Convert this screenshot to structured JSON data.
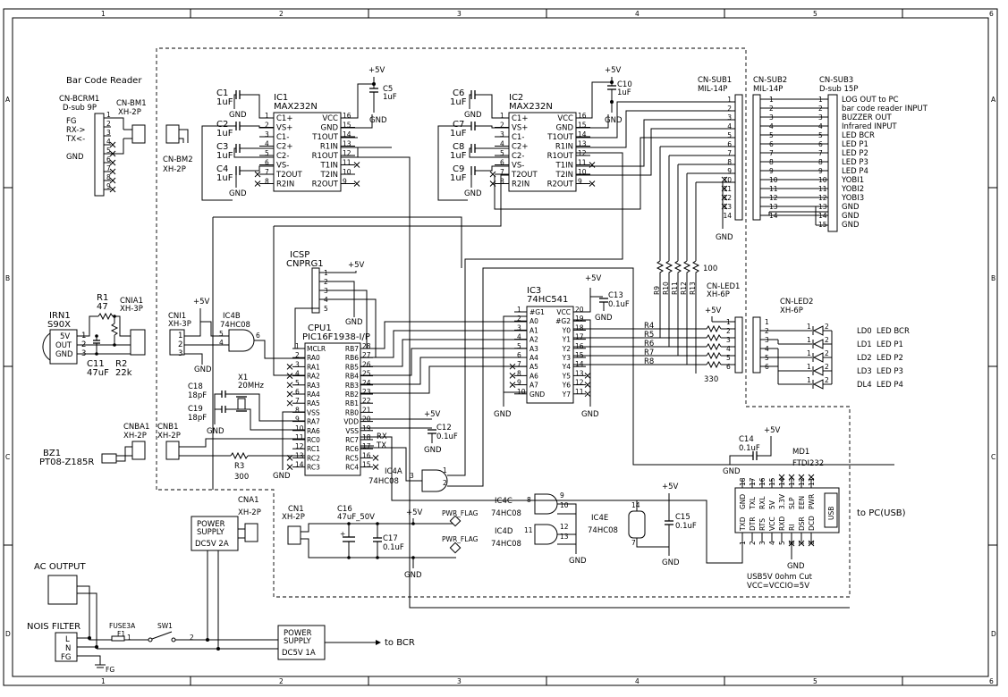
{
  "frame": {
    "cols": [
      "1",
      "2",
      "3",
      "4",
      "5",
      "6"
    ],
    "rows": [
      "A",
      "B",
      "C",
      "D"
    ]
  },
  "bcr": {
    "title": "Bar Code Reader",
    "cn_bcrm1": "CN-BCRM1",
    "dsub9": "D-sub 9P",
    "cn_bm1": "CN-BM1",
    "xh2p_a": "XH-2P",
    "fg": "FG",
    "rx": "RX->",
    "tx": "TX<-",
    "gnd": "GND",
    "cn_bm2": "CN-BM2",
    "xh2p_b": "XH-2P",
    "pins9": [
      "1",
      "2",
      "3",
      "4",
      "5",
      "6",
      "7",
      "8",
      "9"
    ]
  },
  "ic1": {
    "ref": "IC1",
    "part": "MAX232N",
    "left": [
      "C1+",
      "VS+",
      "C1-",
      "C2+",
      "C2-",
      "VS-",
      "T2OUT",
      "R2IN"
    ],
    "right": [
      "VCC",
      "GND",
      "T1OUT",
      "R1IN",
      "R1OUT",
      "T1IN",
      "T2IN",
      "R2OUT"
    ],
    "lpins": [
      "1",
      "2",
      "3",
      "4",
      "5",
      "6",
      "7",
      "8"
    ],
    "rpins": [
      "16",
      "15",
      "14",
      "13",
      "12",
      "11",
      "10",
      "9"
    ]
  },
  "ic2": {
    "ref": "IC2",
    "part": "MAX232N",
    "left": [
      "C1+",
      "VS+",
      "C1-",
      "C2+",
      "C2-",
      "VS-",
      "T2OUT",
      "R2IN"
    ],
    "right": [
      "VCC",
      "GND",
      "T1OUT",
      "R1IN",
      "R1OUT",
      "T1IN",
      "T2IN",
      "R2OUT"
    ],
    "lpins": [
      "1",
      "2",
      "3",
      "4",
      "5",
      "6",
      "7",
      "8"
    ],
    "rpins": [
      "16",
      "15",
      "14",
      "13",
      "12",
      "11",
      "10",
      "9"
    ]
  },
  "caps_left": {
    "c1": "C1",
    "c2": "C2",
    "c3": "C3",
    "c4": "C4",
    "v": "1uF",
    "c5": "C5",
    "c5v": "1uF"
  },
  "caps_mid": {
    "c6": "C6",
    "c7": "C7",
    "c8": "C8",
    "c9": "C9",
    "v": "1uF",
    "c10": "C10",
    "c10v": "1uF"
  },
  "power": {
    "p5v": "+5V",
    "gnd": "GND",
    "pwr_flag": "PWR_FLAG"
  },
  "cnsub": {
    "sub1": "CN-SUB1",
    "sub1t": "MIL-14P",
    "sub2": "CN-SUB2",
    "sub2t": "MIL-14P",
    "sub3": "CN-SUB3",
    "sub3t": "D-sub 15P",
    "pins14": [
      "1",
      "2",
      "3",
      "4",
      "5",
      "6",
      "7",
      "8",
      "9",
      "10",
      "11",
      "12",
      "13",
      "14"
    ],
    "pins15": [
      "1",
      "2",
      "3",
      "4",
      "5",
      "6",
      "7",
      "8",
      "9",
      "10",
      "11",
      "12",
      "13",
      "14",
      "15"
    ],
    "signals": [
      "LOG OUT to PC",
      "bar code reader INPUT",
      "BUZZER OUT",
      "Infrared INPUT",
      "LED BCR",
      "LED P1",
      "LED P2",
      "LED P3",
      "LED P4",
      "YOBI1",
      "YOBI2",
      "YOBI3",
      "GND",
      "GND",
      "GND"
    ]
  },
  "resistors_top": {
    "labels": [
      "R9",
      "R10",
      "R11",
      "R12",
      "R13"
    ],
    "value": "100"
  },
  "resistors_led": {
    "labels": [
      "R4",
      "R5",
      "R6",
      "R7",
      "R8"
    ],
    "value": "330"
  },
  "cn_led1": {
    "ref": "CN-LED1",
    "type": "XH-6P"
  },
  "cn_led2": {
    "ref": "CN-LED2",
    "type": "XH-6P"
  },
  "leds": {
    "refs": [
      "LD0",
      "LD1",
      "LD2",
      "LD3",
      "DL4"
    ],
    "names": [
      "LED BCR",
      "LED P1",
      "LED P2",
      "LED P3",
      "LED P4"
    ]
  },
  "ic3": {
    "ref": "IC3",
    "part": "74HC541",
    "left": [
      "#G1",
      "A0",
      "A1",
      "A2",
      "A3",
      "A4",
      "A5",
      "A6",
      "A7",
      "GND"
    ],
    "right": [
      "VCC",
      "#G2",
      "Y0",
      "Y1",
      "Y2",
      "Y3",
      "Y4",
      "Y5",
      "Y6",
      "Y7"
    ],
    "lpins": [
      "1",
      "2",
      "3",
      "4",
      "5",
      "6",
      "7",
      "8",
      "9",
      "10"
    ],
    "rpins": [
      "20",
      "19",
      "18",
      "17",
      "16",
      "15",
      "14",
      "13",
      "12",
      "11"
    ]
  },
  "c13": {
    "ref": "C13",
    "val": "0.1uF"
  },
  "icsp": {
    "title": "ICSP",
    "ref": "CNPRG1",
    "pins": [
      "1",
      "2",
      "3",
      "4",
      "5"
    ]
  },
  "cpu": {
    "ref": "CPU1",
    "part": "PIC16F1938-I/P",
    "left": [
      "MCLR",
      "RA0",
      "RA1",
      "RA2",
      "RA3",
      "RA4",
      "RA5",
      "VSS",
      "RA7",
      "RA6",
      "RC0",
      "RC1",
      "RC2",
      "RC3"
    ],
    "right": [
      "RB7",
      "RB6",
      "RB5",
      "RB4",
      "RB3",
      "RB2",
      "RB1",
      "RB0",
      "VDD",
      "VSS",
      "RC7",
      "RC6",
      "RC5",
      "RC4"
    ],
    "lpins": [
      "1",
      "2",
      "3",
      "4",
      "5",
      "6",
      "7",
      "8",
      "9",
      "10",
      "11",
      "12",
      "13",
      "14"
    ],
    "rpins": [
      "28",
      "27",
      "26",
      "25",
      "24",
      "23",
      "22",
      "21",
      "20",
      "19",
      "18",
      "17",
      "16",
      "15"
    ],
    "rx": "RX",
    "tx": "TX"
  },
  "c12": {
    "ref": "C12",
    "val": "0.1uF"
  },
  "irn1": {
    "ref": "IRN1",
    "part": "S90X",
    "l1": "5V",
    "l2": "OUT",
    "l3": "GND"
  },
  "r1": {
    "ref": "R1",
    "val": "47"
  },
  "r2": {
    "ref": "R2",
    "val": "22k"
  },
  "c11": {
    "ref": "C11",
    "val": "47uF"
  },
  "cnia1": {
    "ref": "CNIA1",
    "type": "XH-3P"
  },
  "cni1": {
    "ref": "CNI1",
    "type": "XH-3P"
  },
  "ic4b": {
    "ref": "IC4B",
    "part": "74HC08",
    "p5": "5",
    "p4": "4",
    "p6": "6"
  },
  "xtal": {
    "ref": "X1",
    "val": "20MHz"
  },
  "c18": {
    "ref": "C18",
    "val": "18pF"
  },
  "c19": {
    "ref": "C19",
    "val": "18pF"
  },
  "cnba1": {
    "ref": "CNBA1",
    "type": "XH-2P"
  },
  "cnb1": {
    "ref": "CNB1",
    "type": "XH-2P"
  },
  "bz1": {
    "ref": "BZ1",
    "part": "PT08-Z185R"
  },
  "r3": {
    "ref": "R3",
    "val": "300"
  },
  "ic4a": {
    "ref": "IC4A",
    "part": "74HC08",
    "p1": "1",
    "p2": "2",
    "p3": "3"
  },
  "ic4c": {
    "ref": "IC4C",
    "part": "74HC08",
    "p8": "8",
    "p9": "9",
    "p10": "10"
  },
  "ic4d": {
    "ref": "IC4D",
    "part": "74HC08",
    "p11": "11",
    "p12": "12",
    "p13": "13"
  },
  "ic4e": {
    "ref": "IC4E",
    "part": "74HC08",
    "p14": "14",
    "p7": "7"
  },
  "c15": {
    "ref": "C15",
    "val": "0.1uF"
  },
  "c14": {
    "ref": "C14",
    "val": "0.1uF"
  },
  "md1": {
    "ref": "MD1",
    "part": "FTDI232",
    "top": [
      "GND",
      "TXL",
      "RXL",
      "5V",
      "3.3V",
      "SLP",
      "EEN",
      "PWR"
    ],
    "bot": [
      "TXD",
      "DTR",
      "RTS",
      "VCC",
      "RXD",
      "RI",
      "DSR",
      "DCD"
    ],
    "tpins": [
      "18",
      "17",
      "16",
      "15",
      "14",
      "13",
      "12",
      "11"
    ],
    "bpins": [
      "1",
      "2",
      "3",
      "4",
      "5",
      "6",
      "7",
      "8"
    ],
    "usb": "USB",
    "to_pc": "to PC(USB)",
    "note1": "USB5V 0ohm Cut",
    "note2": "VCC=VCCIO=5V"
  },
  "cna1": {
    "ref": "CNA1",
    "type": "XH-2P"
  },
  "ps1": {
    "l1": "POWER",
    "l2": "SUPPLY",
    "l3": "DC5V 2A"
  },
  "ps2": {
    "l1": "POWER",
    "l2": "SUPPLY",
    "l3": "DC5V 1A",
    "to": "to BCR"
  },
  "cn1": {
    "ref": "CN1",
    "type": "XH-2P"
  },
  "c16": {
    "ref": "C16",
    "val": "47uF_50V"
  },
  "c17": {
    "ref": "C17",
    "val": "0.1uF"
  },
  "mains": {
    "ac_out": "AC OUTPUT",
    "filter": "NOIS FILTER",
    "l": "L",
    "n": "N",
    "fg": "FG",
    "fuse": "FUSE3A",
    "f1": "F1",
    "sw": "SW1",
    "p1": "1",
    "p2": "2",
    "fgsym": "FG"
  }
}
